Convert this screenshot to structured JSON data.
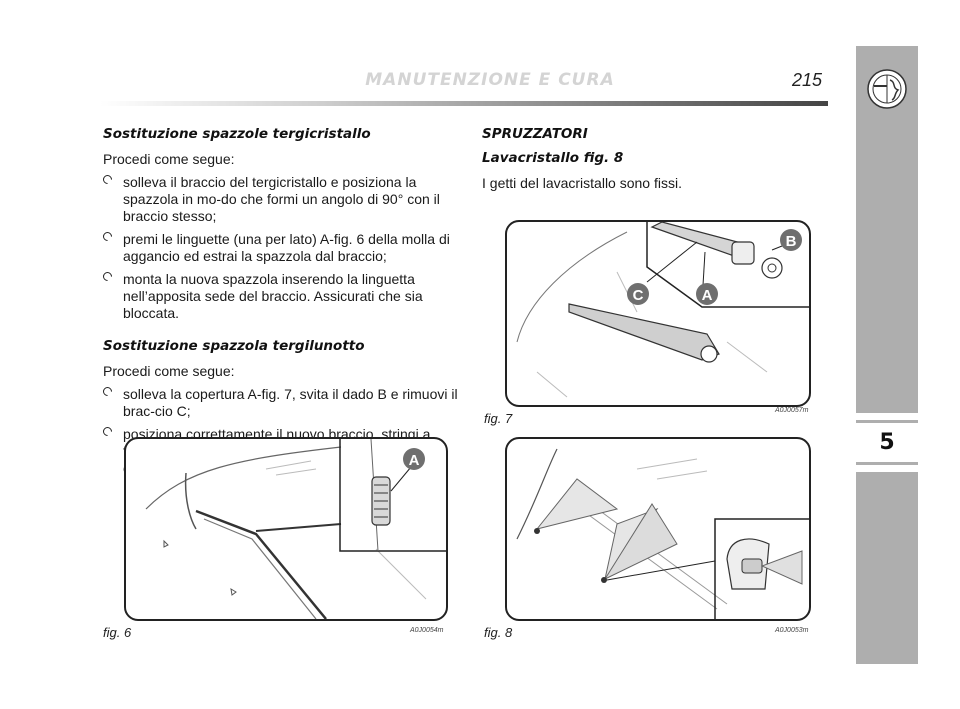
{
  "header": {
    "title": "MANUTENZIONE E CURA",
    "page_number": "215"
  },
  "side_tab": {
    "chapter": "5"
  },
  "left": {
    "section1": {
      "heading": "Sostituzione spazzole tergicristallo",
      "intro": "Procedi come segue:",
      "items": [
        "solleva il braccio del tergicristallo e posiziona la spazzola in mo-do che formi un angolo di 90° con il braccio stesso;",
        "premi le linguette (una per lato) A-fig. 6 della molla di aggancio ed estrai la spazzola dal braccio;",
        "monta la nuova spazzola inserendo la linguetta nell’apposita sede del braccio. Assicurati che sia bloccata."
      ]
    },
    "section2": {
      "heading": "Sostituzione spazzola tergilunotto",
      "intro": "Procedi come segue:",
      "items": [
        "solleva la copertura A-fig. 7, svita il dado B e rimuovi il brac-cio C;",
        "posiziona correttamente il nuovo braccio, stringi a fondo il da-do B e successivamente abbassa la copertura A."
      ]
    }
  },
  "right": {
    "heading": "SPRUZZATORI",
    "subheading": "Lavacristallo fig. 8",
    "text": "I getti del lavacristallo sono fissi."
  },
  "figures": {
    "fig6": {
      "caption": "fig. 6",
      "code": "A0J0054m",
      "label": "A"
    },
    "fig7": {
      "caption": "fig. 7",
      "code": "A0J0057m",
      "labels": [
        "B",
        "C",
        "A"
      ]
    },
    "fig8": {
      "caption": "fig. 8",
      "code": "A0J0053m"
    }
  },
  "colors": {
    "band": "#aeaeae",
    "header_title": "#d4d4d4",
    "label_circle": "#6f6f6f"
  }
}
